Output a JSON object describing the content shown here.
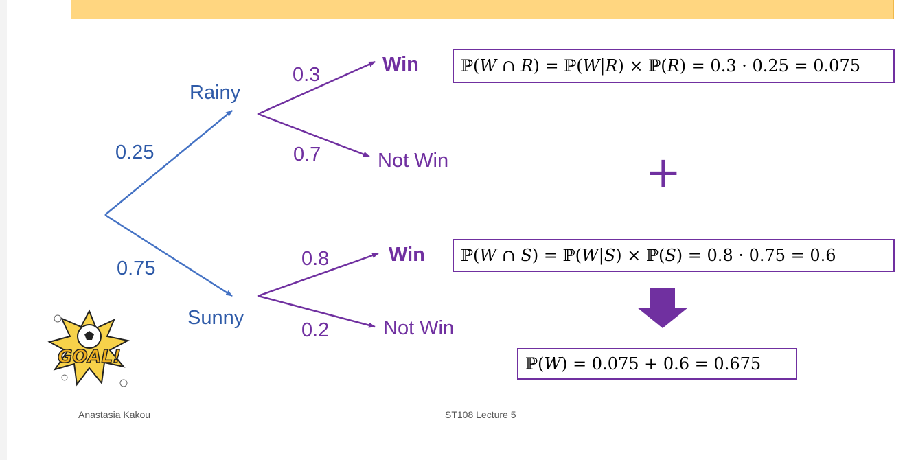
{
  "tree": {
    "level1": [
      {
        "state": "Rainy",
        "prob": "0.25"
      },
      {
        "state": "Sunny",
        "prob": "0.75"
      }
    ],
    "rainy_branches": [
      {
        "outcome": "Win",
        "prob": "0.3"
      },
      {
        "outcome": "Not Win",
        "prob": "0.7"
      }
    ],
    "sunny_branches": [
      {
        "outcome": "Win",
        "prob": "0.8"
      },
      {
        "outcome": "Not Win",
        "prob": "0.2"
      }
    ]
  },
  "formulas": {
    "rainy_win": "ℙ(𝑊 ∩ 𝑅) = ℙ(𝑊|𝑅) × ℙ(𝑅) = 0.3 · 0.25 = 0.075",
    "plus_sign": "+",
    "sunny_win": "ℙ(𝑊 ∩ 𝑆) = ℙ(𝑊|𝑆) × ℙ(𝑆) = 0.8 · 0.75 = 0.6",
    "total": "ℙ(𝑊) = 0.075 +  0.6 = 0.675"
  },
  "logo": {
    "text": "GOAL!"
  },
  "footer": {
    "author": "Anastasia Kakou",
    "course": "ST108 Lecture 5"
  },
  "colors": {
    "banner": "#ffd680",
    "tree_level1": "#4472c4",
    "tree_level2": "#7030a0",
    "label_blue": "#2e5aa8",
    "purple": "#7030a0"
  }
}
